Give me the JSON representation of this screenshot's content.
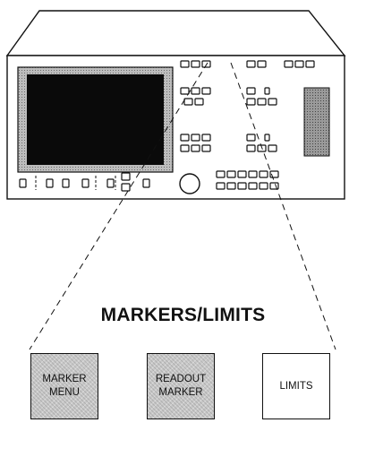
{
  "heading": "MARKERS/LIMITS",
  "softkeys": [
    {
      "label": "MARKER\nMENU",
      "shaded": true
    },
    {
      "label": "READOUT\nMARKER",
      "shaded": true
    },
    {
      "label": "LIMITS",
      "shaded": false
    }
  ],
  "colors": {
    "line": "#111111",
    "panel": "#ffffff",
    "screen": "#0a0a0a",
    "bezel": "#bdbdbd",
    "strip": "#8a8a8a"
  }
}
